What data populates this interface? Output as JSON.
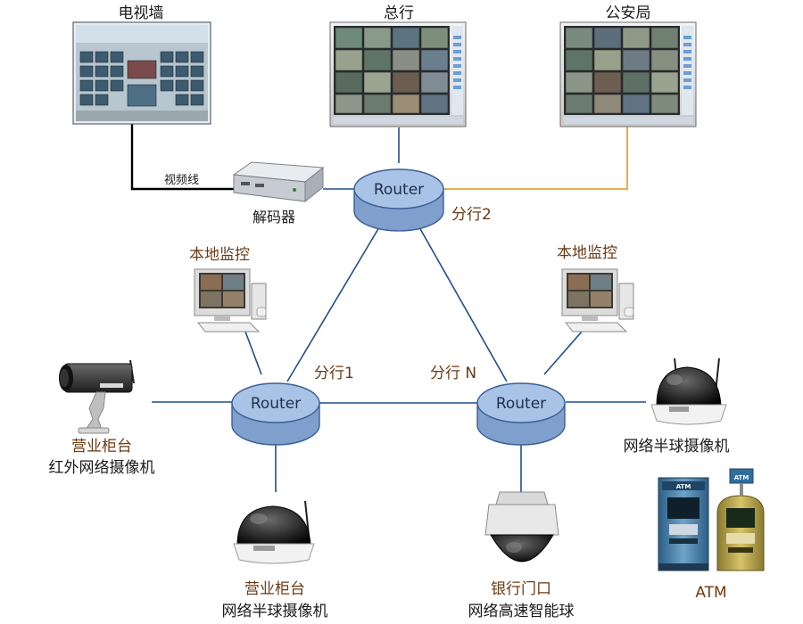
{
  "colors": {
    "link": "#1f4e8c",
    "orange_link": "#e8a33a",
    "video_line": "#000000",
    "router_top": "#a9c3e6",
    "router_side": "#7f9fcd",
    "router_stroke": "#3a5f95",
    "label_brown": "#6b3a14",
    "label_dark": "#1a1a1a"
  },
  "screens": {
    "tv_wall": "电视墙",
    "hq": "总行",
    "police": "公安局"
  },
  "links": {
    "video_line": "视频线"
  },
  "decoder": {
    "label": "解码器"
  },
  "routers": {
    "branch2": {
      "text": "Router",
      "tag": "分行2"
    },
    "branch1": {
      "text": "Router",
      "tag": "分行1"
    },
    "branchN": {
      "text": "Router",
      "tag": "分行 N"
    }
  },
  "pcs": {
    "left": "本地监控",
    "right": "本地监控"
  },
  "devices": {
    "ir_camera": {
      "line1": "营业柜台",
      "line2": "红外网络摄像机"
    },
    "dome_counter": {
      "line1": "营业柜台",
      "line2": "网络半球摄像机"
    },
    "speed_dome": {
      "line1": "银行门口",
      "line2": "网络高速智能球"
    },
    "dome_right": {
      "line1": "网络半球摄像机"
    },
    "atm": {
      "label": "ATM",
      "sign": "ATM"
    }
  }
}
